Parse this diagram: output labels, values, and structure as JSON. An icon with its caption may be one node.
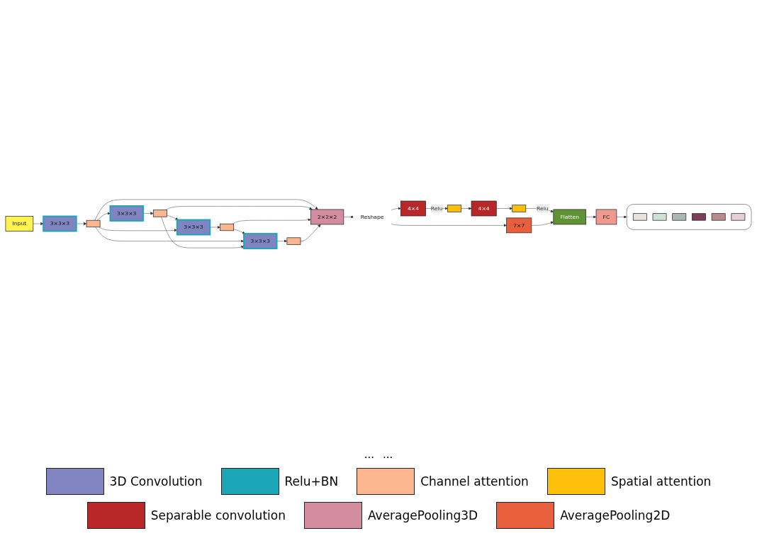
{
  "diagram": {
    "nodes": [
      {
        "text": [
          "Input"
        ]
      },
      {
        "text": [
          "3×3×3"
        ]
      },
      {
        "text": [],
        "shape": "box"
      },
      {
        "text": [
          "3×3×3"
        ]
      },
      {
        "text": [],
        "shape": "box"
      },
      {
        "text": [
          "3×3×3"
        ]
      },
      {
        "text": [],
        "shape": "box"
      },
      {
        "text": [
          "3×3×3"
        ]
      },
      {
        "text": [],
        "shape": "box"
      },
      {
        "text": [
          "2×2×2"
        ]
      },
      {
        "text": [
          "Reshape"
        ]
      },
      {
        "text": [
          "4×4"
        ]
      },
      {
        "text": [],
        "shape": "box"
      },
      {
        "text": [
          "4×4"
        ]
      },
      {
        "text": [],
        "shape": "box"
      },
      {
        "text": [
          "7×7"
        ]
      },
      {
        "text": [
          "Flatten"
        ]
      },
      {
        "text": [
          "FC"
        ]
      },
      {
        "text": [],
        "shape": "box"
      },
      {
        "text": [],
        "shape": "box",
        "in": 18
      },
      {
        "text": [],
        "shape": "box",
        "in": 18
      },
      {
        "text": [],
        "shape": "box",
        "in": 18
      },
      {
        "text": [],
        "shape": "box",
        "in": 18
      },
      {
        "text": [],
        "shape": "box",
        "in": 18
      },
      {
        "text": [],
        "shape": "box",
        "in": 18
      }
    ],
    "edges": [
      {
        "from": 0,
        "to": 1,
        "arrow": "to"
      },
      {
        "from": 1,
        "to": 2,
        "arrow": "to"
      },
      {
        "from": 2,
        "to": 3,
        "arrow": "to"
      },
      {
        "from": 3,
        "to": 4,
        "arrow": "to"
      },
      {
        "from": 4,
        "to": 5,
        "arrow": "to"
      },
      {
        "from": 5,
        "to": 6,
        "arrow": "to"
      },
      {
        "from": 6,
        "to": 7,
        "arrow": "to"
      },
      {
        "from": 7,
        "to": 8,
        "arrow": "to"
      },
      {
        "from": 2,
        "to": 5,
        "arrow": "to"
      },
      {
        "from": 2,
        "to": 7,
        "arrow": "to"
      },
      {
        "from": 4,
        "to": 7,
        "arrow": "to"
      },
      {
        "from": 2,
        "to": 9,
        "arrow": "to"
      },
      {
        "from": 4,
        "to": 9,
        "arrow": "to"
      },
      {
        "from": 6,
        "to": 9,
        "arrow": "to"
      },
      {
        "from": 8,
        "to": 9,
        "arrow": "to"
      },
      {
        "from": 9,
        "to": 10,
        "arrow": "to"
      },
      {
        "from": 10,
        "to": 11,
        "arrow": "to"
      },
      {
        "from": 10,
        "to": 15,
        "arrow": "to"
      },
      {
        "from": 11,
        "to": 12,
        "arrow": "to",
        "label": "Relu"
      },
      {
        "from": 12,
        "to": 13,
        "arrow": "to"
      },
      {
        "from": 13,
        "to": 14,
        "arrow": "to"
      },
      {
        "from": 14,
        "to": 16,
        "arrow": "to",
        "label": "Relu"
      },
      {
        "from": 15,
        "to": 16,
        "arrow": "to"
      },
      {
        "from": 16,
        "to": 17,
        "arrow": "to"
      },
      {
        "from": 17,
        "to": 18,
        "arrow": "to"
      }
    ],
    "labels": [
      "...",
      "..."
    ],
    "legend": [
      {
        "text": "3D Convolution",
        "color": "#8085c2"
      },
      {
        "text": "Relu+BN",
        "color": "#1aa6b7"
      },
      {
        "text": "Channel attention",
        "color": "#fbb58f"
      },
      {
        "text": "Spatial attention",
        "color": "#fdc00a"
      },
      {
        "text": "Separable convolution",
        "color": "#b92828"
      },
      {
        "text": "AveragePooling3D",
        "color": "#d48ca0"
      },
      {
        "text": "AveragePooling2D",
        "color": "#e85f3e"
      }
    ]
  }
}
